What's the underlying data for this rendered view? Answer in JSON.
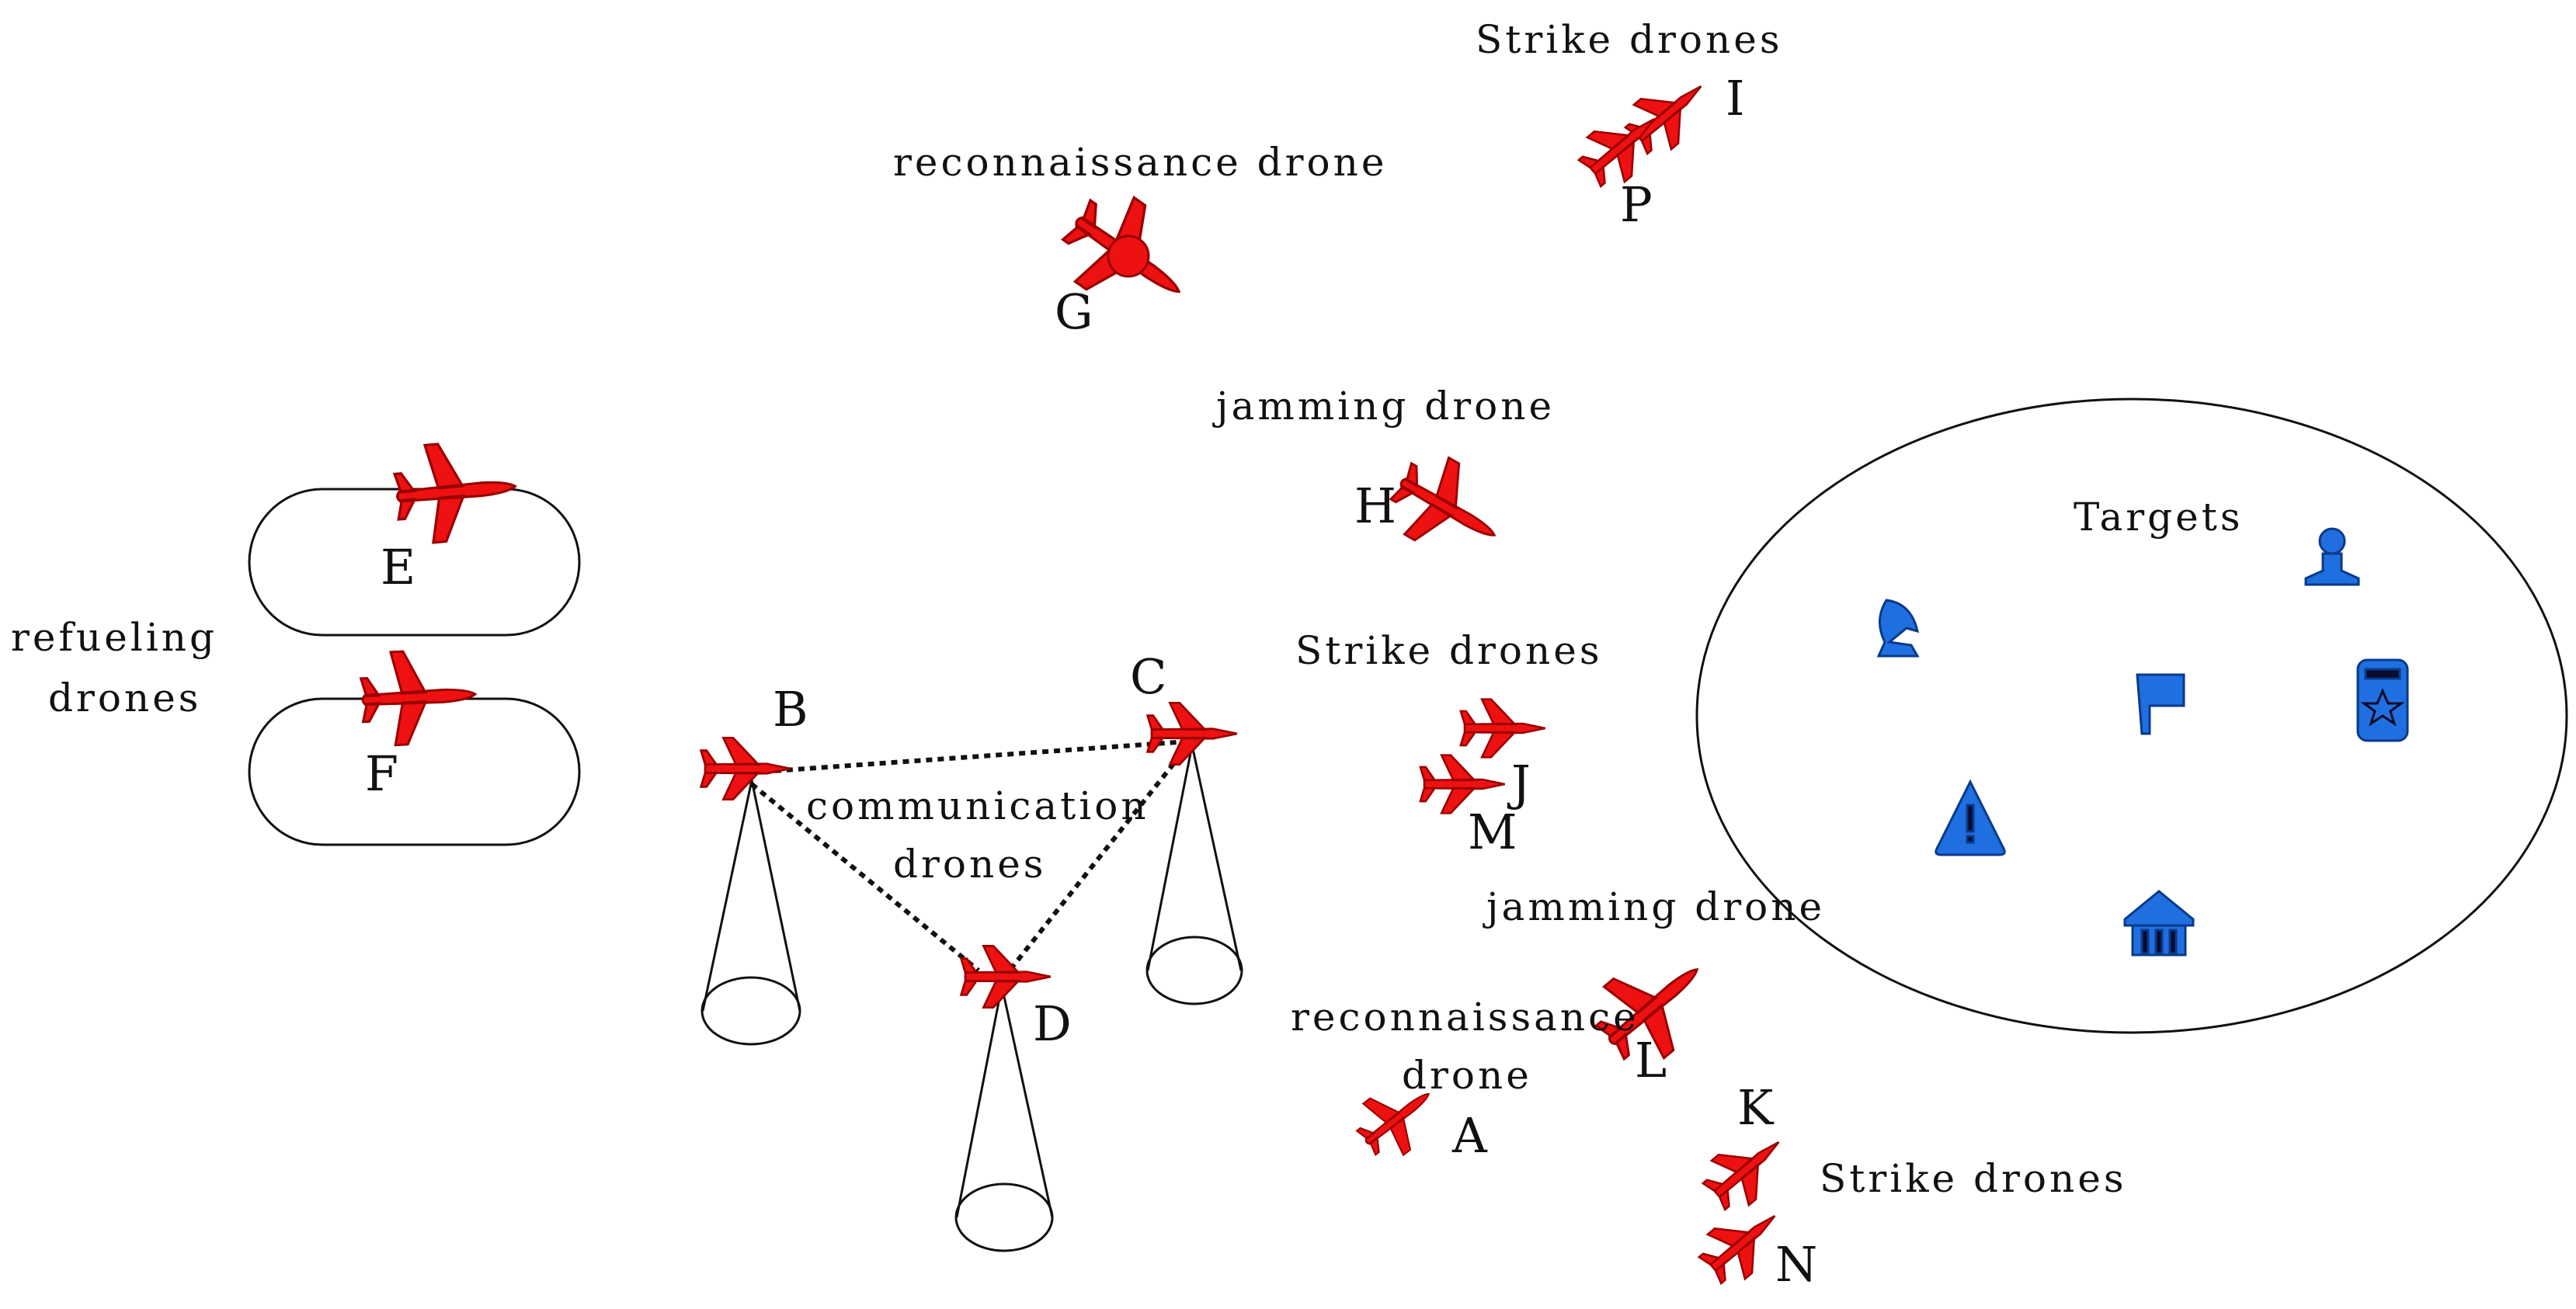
{
  "captions": {
    "strike_top": "Strike drones",
    "recon_top": "reconnaissance drone",
    "jamming_top": "jamming drone",
    "refueling_line1": "refueling",
    "refueling_line2": "drones",
    "strike_mid": "Strike drones",
    "comm_line1": "communication",
    "comm_line2": "drones",
    "targets": "Targets",
    "jamming_bottom": "jamming drone",
    "recon_bottom_line1": "reconnaissance",
    "recon_bottom_line2": "drone",
    "strike_bottom": "Strike drones"
  },
  "letters": {
    "A": "A",
    "B": "B",
    "C": "C",
    "D": "D",
    "E": "E",
    "F": "F",
    "G": "G",
    "H": "H",
    "I": "I",
    "J": "J",
    "K": "K",
    "L": "L",
    "M": "M",
    "N": "N",
    "P": "P"
  },
  "colors": {
    "drone_fill": "#ee1111",
    "drone_stroke": "#9a0000",
    "target_fill": "#1f6fe0",
    "target_stroke": "#0a3a8a",
    "line": "#000000"
  },
  "icons": {
    "drones": "airplane-icon",
    "recon": "radar-dish-airplane-icon",
    "targets": [
      "radar-icon",
      "soldier-icon",
      "flag-icon",
      "vehicle-icon",
      "warning-cone-icon",
      "building-icon"
    ]
  }
}
